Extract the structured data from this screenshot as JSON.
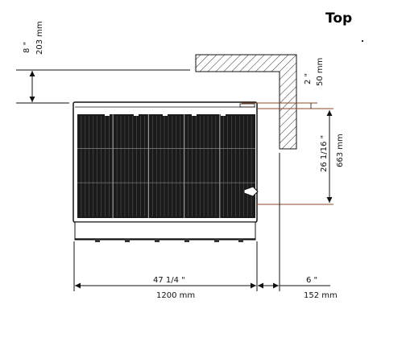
{
  "view_title": "Top",
  "dimensions": {
    "clearance_top_in": "8 \"",
    "clearance_top_mm": "203 mm",
    "wall_gap_in": "2 \"",
    "wall_gap_mm": "50 mm",
    "depth_in": "26 1/16 \"",
    "depth_mm": "663 mm",
    "width_in": "47 1/4 \"",
    "width_mm": "1200 mm",
    "side_gap_in": "6 \"",
    "side_gap_mm": "152 mm"
  },
  "colors": {
    "ink": "#111111",
    "dimension_line": "#8b4a2a",
    "grate": "#1a1a1a",
    "hatch": "#333333"
  }
}
